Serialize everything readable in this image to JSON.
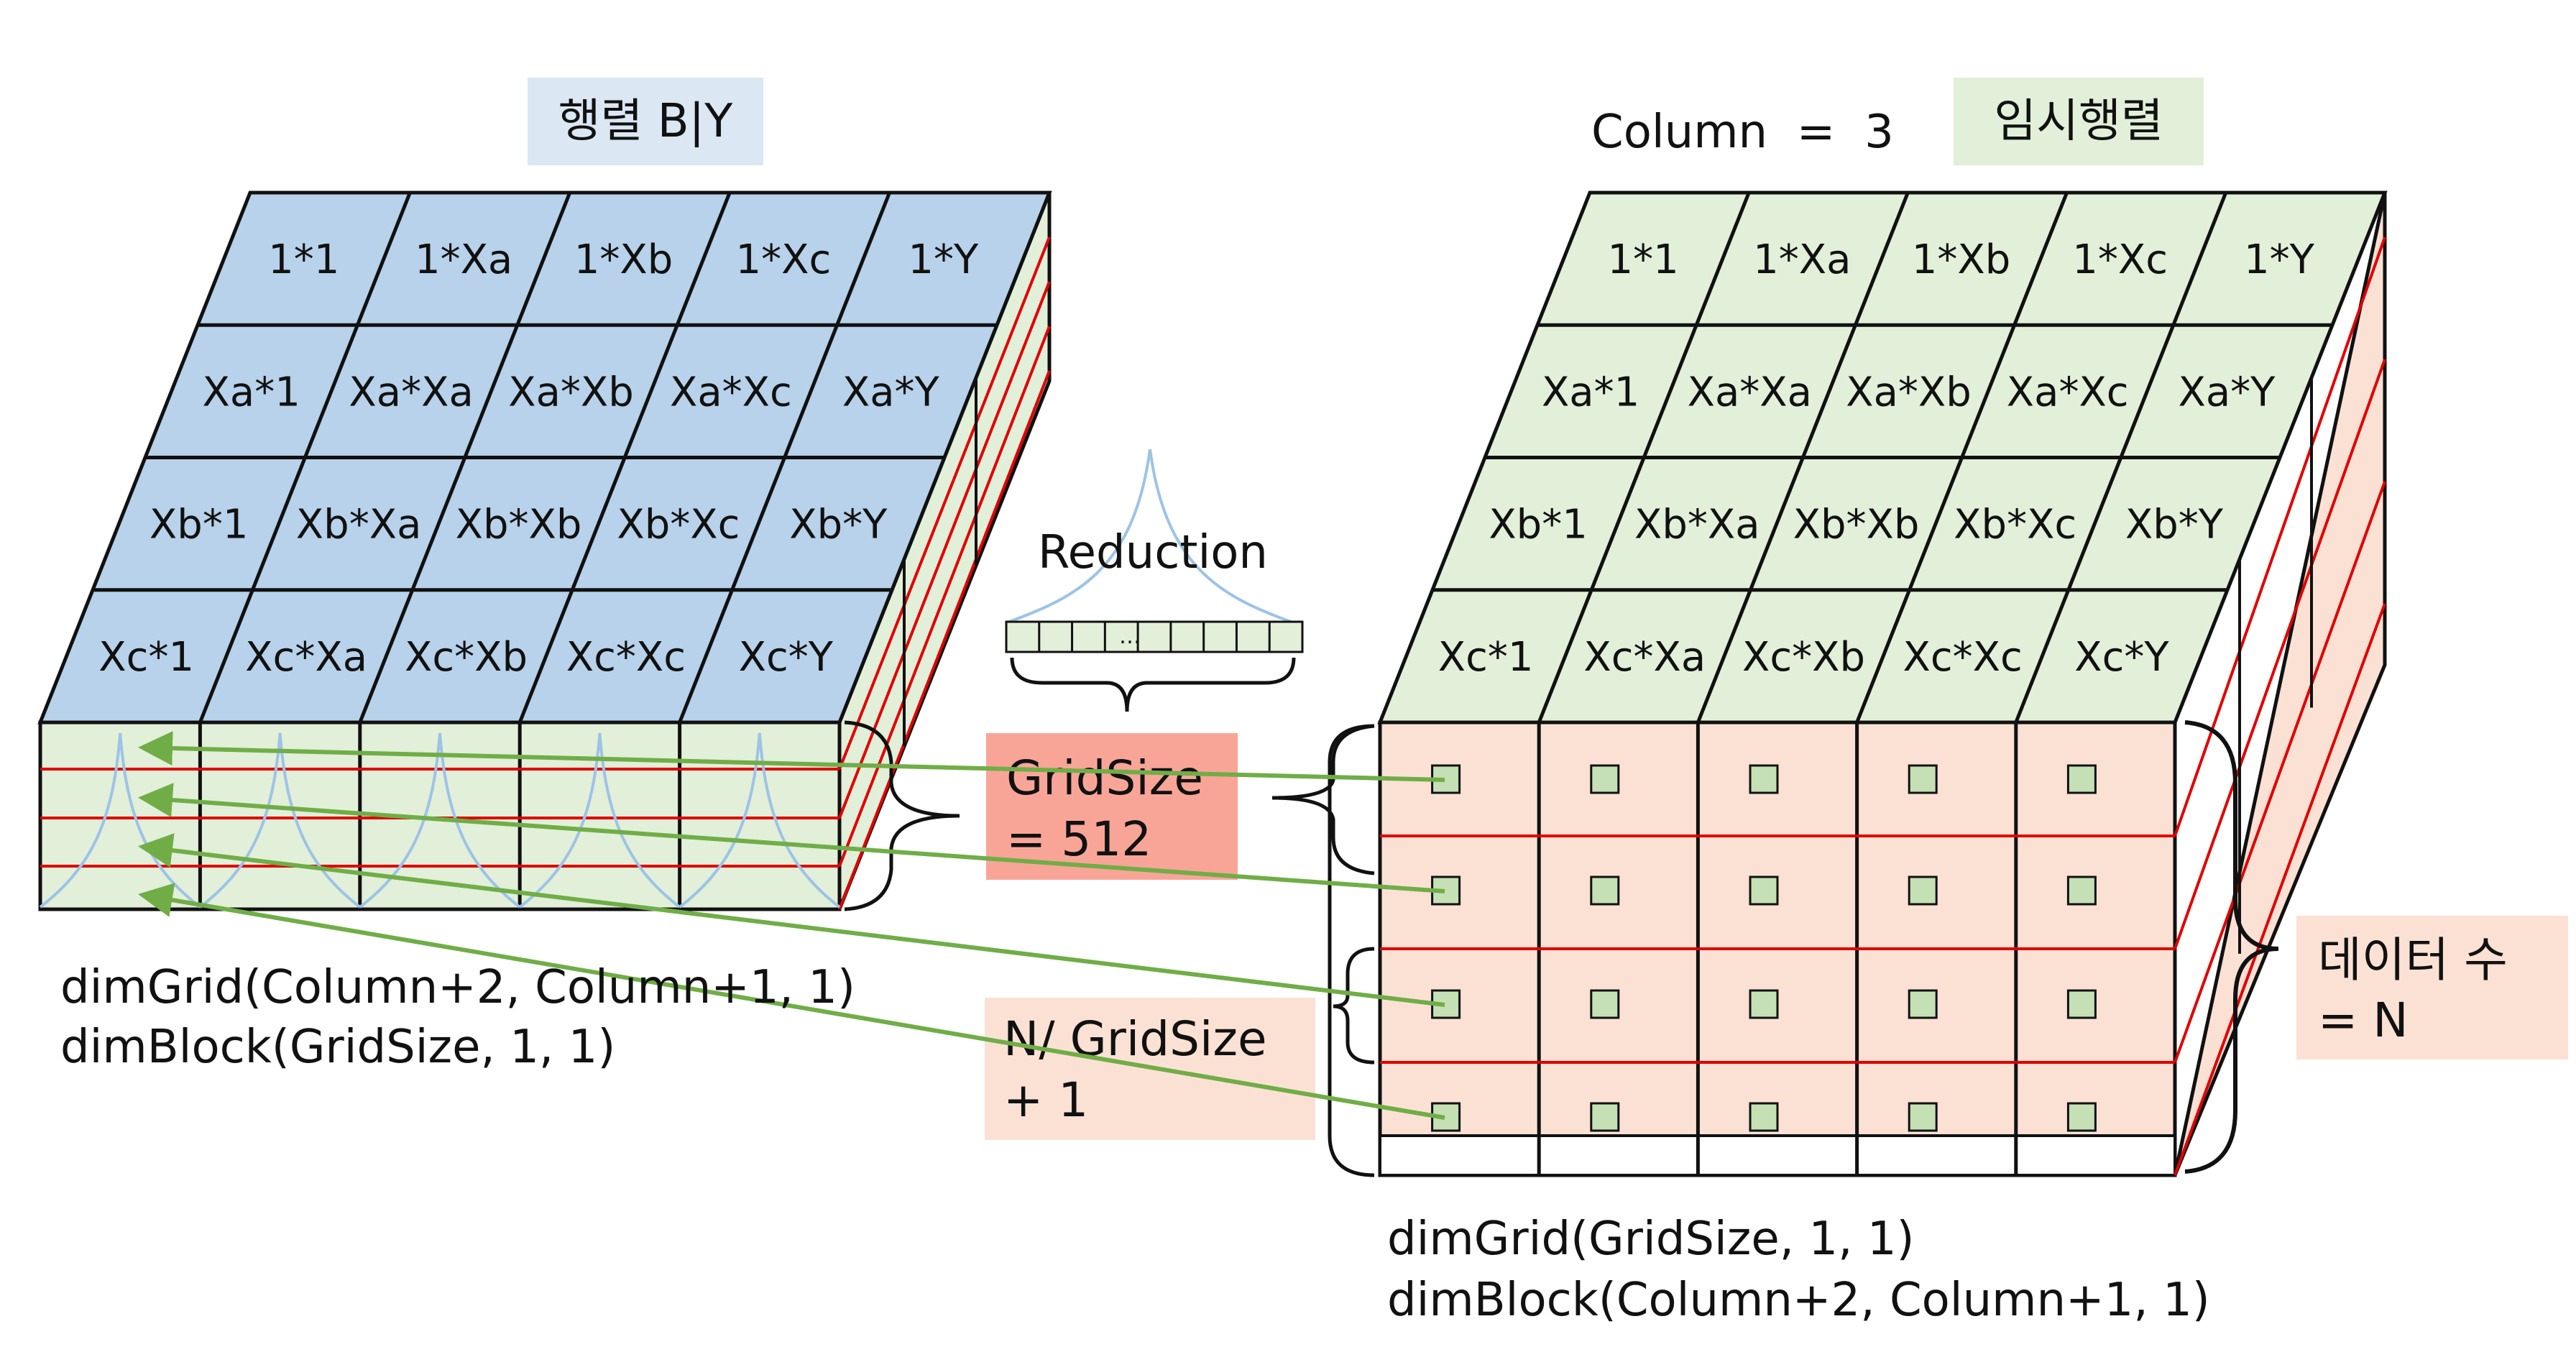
{
  "left_title": "행렬 B|Y",
  "right_title": "임시행렬",
  "column_label": "Column  =  3",
  "reduction_label": "Reduction",
  "reduction_dots": "…",
  "grid_size_label": {
    "line1": "GridSize",
    "line2": "= 512"
  },
  "n_grid_label": {
    "line1": "N/ GridSize",
    "line2": "+ 1"
  },
  "data_count_label": {
    "line1": "데이터 수",
    "line2": "= N"
  },
  "left_code": {
    "line1": "dimGrid(Column+2, Column+1, 1)",
    "line2": "dimBlock(GridSize, 1, 1)"
  },
  "right_code": {
    "line1": "dimGrid(GridSize, 1, 1)",
    "line2": "dimBlock(Column+2, Column+1, 1)"
  },
  "matrix_cells": [
    [
      "1*1",
      "1*Xa",
      "1*Xb",
      "1*Xc",
      "1*Y"
    ],
    [
      "Xa*1",
      "Xa*Xa",
      "Xa*Xb",
      "Xa*Xc",
      "Xa*Y"
    ],
    [
      "Xb*1",
      "Xb*Xa",
      "Xb*Xb",
      "Xb*Xc",
      "Xb*Y"
    ],
    [
      "Xc*1",
      "Xc*Xa",
      "Xc*Xb",
      "Xc*Xc",
      "Xc*Y"
    ]
  ],
  "colors": {
    "left_top": "#b7d2ea",
    "left_front": "#e2efd9",
    "left_title_bg": "#dbe7f3",
    "right_top": "#e2efd9",
    "right_front": "#fbe1d4",
    "right_title_bg": "#e2efd9",
    "grid_size_bg": "#f8a598",
    "n_grid_bg": "#fbe1d4",
    "data_count_bg": "#fbe1d4",
    "red_line": "#e00000",
    "green_arrow": "#70ad47",
    "blue_curve": "#9dc3e6"
  }
}
